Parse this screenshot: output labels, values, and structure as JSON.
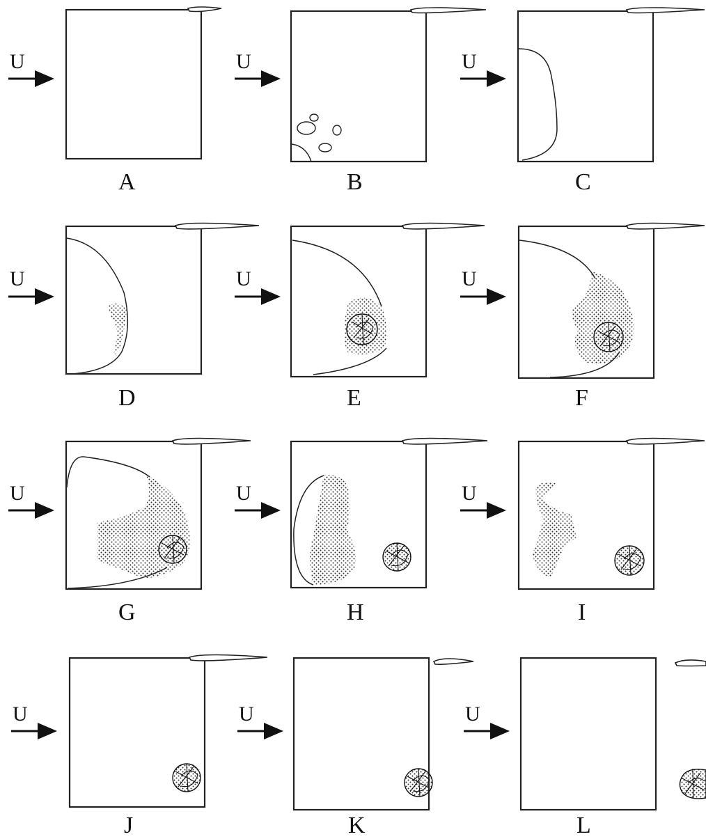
{
  "figure": {
    "flow_symbol": "U",
    "panels": [
      {
        "id": "A",
        "label": "A",
        "droplet_ring": false,
        "foil": "short",
        "features": []
      },
      {
        "id": "B",
        "label": "B",
        "droplet_ring": false,
        "foil": "long",
        "features": [
          "bubbles"
        ]
      },
      {
        "id": "C",
        "label": "C",
        "droplet_ring": false,
        "foil": "long",
        "features": [
          "cavity-edge"
        ]
      },
      {
        "id": "D",
        "label": "D",
        "droplet_ring": false,
        "foil": "long",
        "features": [
          "cavity-edge",
          "sparse-dots"
        ]
      },
      {
        "id": "E",
        "label": "E",
        "droplet_ring": true,
        "foil": "long",
        "features": [
          "cavity-edge",
          "stipple"
        ]
      },
      {
        "id": "F",
        "label": "F",
        "droplet_ring": true,
        "foil": "long",
        "features": [
          "cavity-edge",
          "stipple"
        ]
      },
      {
        "id": "G",
        "label": "G",
        "droplet_ring": true,
        "foil": "long",
        "features": [
          "cavity-edge",
          "stipple"
        ]
      },
      {
        "id": "H",
        "label": "H",
        "droplet_ring": true,
        "foil": "long",
        "features": [
          "cavity-edge",
          "stipple"
        ]
      },
      {
        "id": "I",
        "label": "I",
        "droplet_ring": true,
        "foil": "long",
        "features": [
          "stipple"
        ]
      },
      {
        "id": "J",
        "label": "J",
        "droplet_ring": true,
        "foil": "long",
        "features": []
      },
      {
        "id": "K",
        "label": "K",
        "droplet_ring": true,
        "foil": "short",
        "features": []
      },
      {
        "id": "L",
        "label": "L",
        "droplet_ring": true,
        "foil": "short",
        "features": []
      }
    ]
  }
}
